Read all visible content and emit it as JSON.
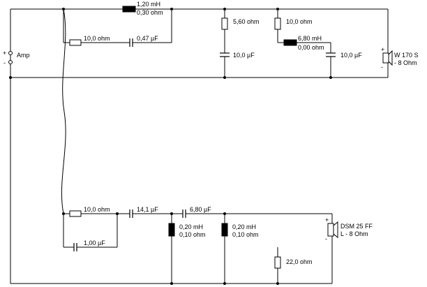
{
  "amp": {
    "label": "Amp",
    "plus": "+",
    "minus": "-"
  },
  "woofer_branch": {
    "series_inductor": {
      "l": "1,20 mH",
      "r": "0,30 ohm"
    },
    "bypass_resistor": "10,0 ohm",
    "bypass_capacitor": "0,47 µF",
    "zobel_resistor": "5,60 ohm",
    "zobel_capacitor": "10,0 µF",
    "notch_resistor": "10,0 ohm",
    "notch_inductor": {
      "l": "6,80 mH",
      "r": "0,00 ohm"
    },
    "notch_capacitor": "10,0 µF",
    "speaker": {
      "line1": "W 170 S",
      "line2": "- 8 Ohm",
      "plus": "+",
      "minus": "-"
    }
  },
  "tweeter_branch": {
    "input_resistor": "10,0 ohm",
    "input_capacitor": "1,00 µF",
    "series_cap1": "14,1 µF",
    "series_cap2": "6,80 µF",
    "shunt_inductor1": {
      "l": "0,20 mH",
      "r": "0,10 ohm"
    },
    "shunt_inductor2": {
      "l": "0,20 mH",
      "r": "0,10 ohm"
    },
    "shunt_resistor": "22,0 ohm",
    "speaker": {
      "line1": "DSM 25 FF",
      "line2": "L - 8 Ohm",
      "plus": "+",
      "minus": "-"
    }
  }
}
